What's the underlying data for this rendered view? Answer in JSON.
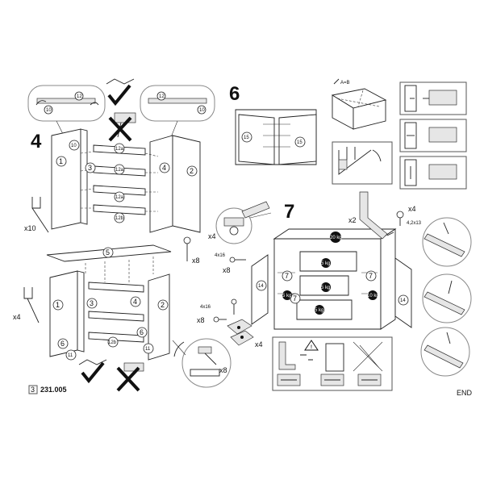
{
  "steps": {
    "s4": "4",
    "s6": "6",
    "s7": "7"
  },
  "parts": {
    "p1": "1",
    "p2": "2",
    "p3": "3",
    "p4": "4",
    "p5": "5",
    "p6": "6",
    "p7": "7",
    "p10": "10",
    "p11": "11",
    "p12": "12",
    "p12a": "12a",
    "p12b": "12b",
    "p14": "14",
    "p15": "15"
  },
  "quantities": {
    "x10": "x10",
    "x4": "x4",
    "x8": "x8",
    "x2": "x2"
  },
  "hardware": {
    "h4x16": "4x16",
    "h42x13": "4,2x13",
    "hAB": "A=B"
  },
  "weights": {
    "w20": "20 kg",
    "w5": "5 kg",
    "w10": "10 kg"
  },
  "footer": {
    "page": "3",
    "code": "231.005",
    "end": "END"
  },
  "colors": {
    "line": "#222222",
    "panel": "#ffffff",
    "shade": "#e6e6e6",
    "bubble": "#888888"
  }
}
